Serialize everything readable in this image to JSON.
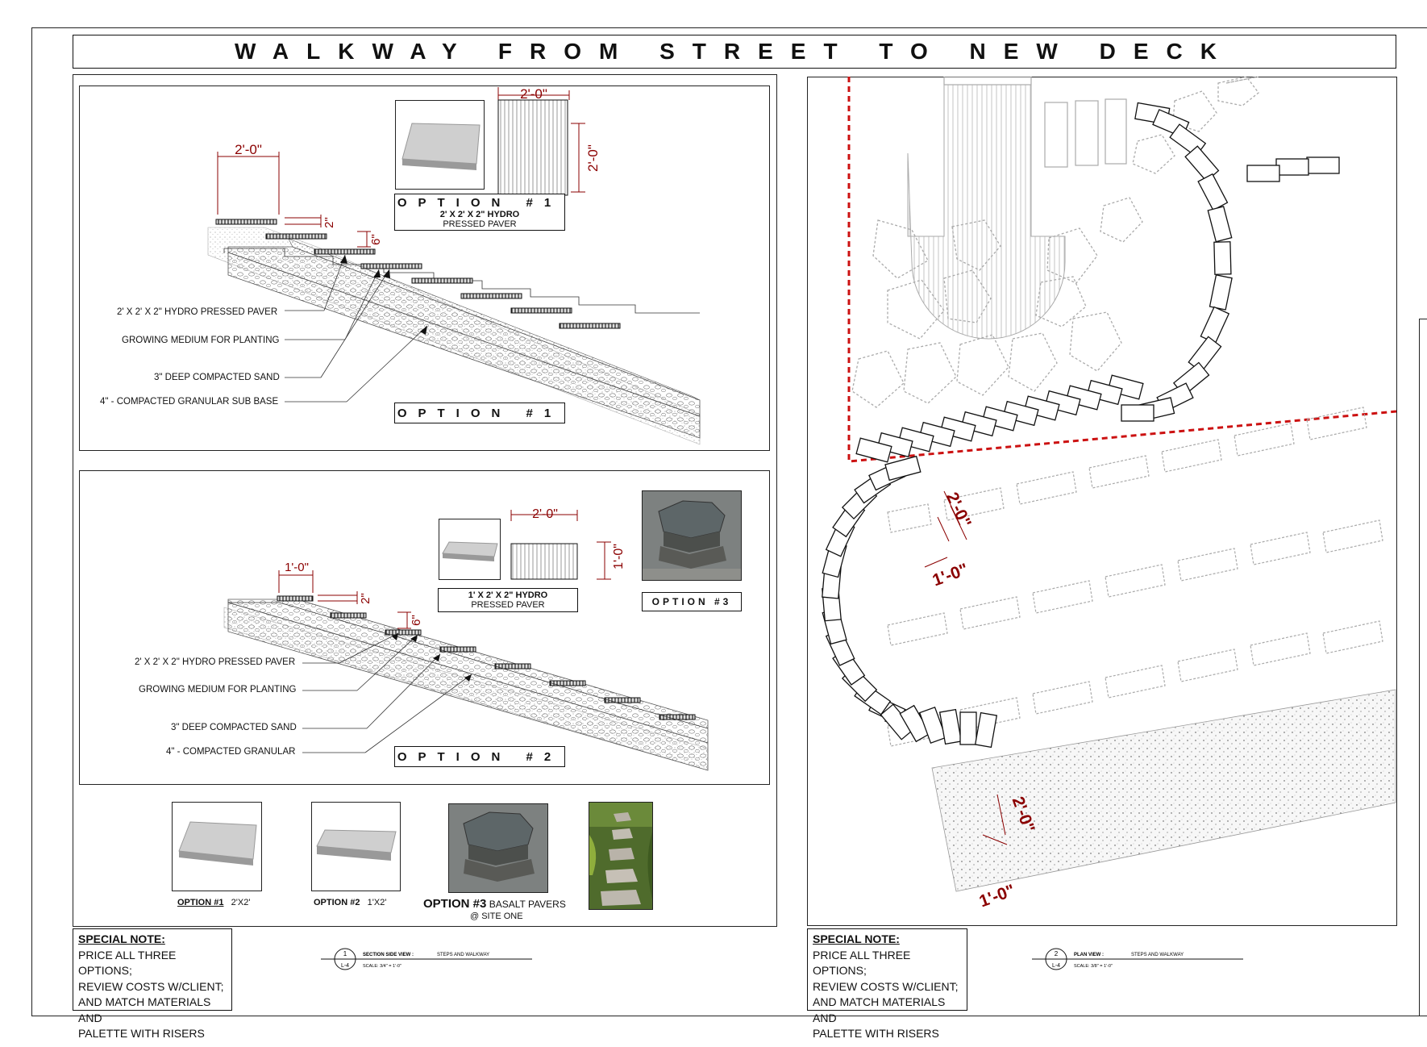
{
  "title": "WALKWAY FROM STREET TO NEW DECK",
  "section1": {
    "option_box_top": {
      "heading": "OPTION #1",
      "line1": "2' X 2' X 2\" HYDRO",
      "line2": "PRESSED PAVER"
    },
    "dim_width": "2'-0\"",
    "dim_height": "2'-0\"",
    "dim_step_width": "2'-0\"",
    "dim_thick": "2\"",
    "dim_rise": "6\"",
    "labels": [
      "2' X 2' X 2\" HYDRO PRESSED PAVER",
      "GROWING MEDIUM FOR PLANTING",
      "3\" DEEP COMPACTED SAND",
      "4\" - COMPACTED GRANULAR SUB BASE"
    ],
    "option_label": "OPTION #1"
  },
  "section2": {
    "option_box_top": {
      "line1": "1' X 2' X 2\" HYDRO",
      "line2": "PRESSED PAVER"
    },
    "option3_label": "OPTION #3",
    "dim_width": "2'-0\"",
    "dim_height": "1'-0\"",
    "dim_step_width": "1'-0\"",
    "dim_thick": "2\"",
    "dim_rise": "6\"",
    "labels": [
      "2' X 2' X 2\" HYDRO PRESSED PAVER",
      "GROWING MEDIUM FOR PLANTING",
      "3\" DEEP COMPACTED SAND",
      "4\" - COMPACTED GRANULAR"
    ],
    "option_label": "OPTION #2"
  },
  "swatches": [
    {
      "label_bold": "OPTION #1",
      "label": "2'X2'"
    },
    {
      "label_bold": "OPTION #2",
      "label": "1'X2'"
    },
    {
      "label_bold": "OPTION #3",
      "label": "BASALT PAVERS",
      "line2": "@  SITE ONE"
    }
  ],
  "plan": {
    "dim_top_w": "2'-0\"",
    "dim_top_h": "1'-0\"",
    "dim_bot_w": "2'-0\"",
    "dim_bot_h": "1'-0\""
  },
  "notes": {
    "heading": "SPECIAL NOTE:",
    "lines": [
      "PRICE ALL THREE OPTIONS;",
      "REVIEW COSTS W/CLIENT;",
      "AND MATCH MATERIALS AND",
      "PALETTE WITH RISERS"
    ]
  },
  "scale_left": {
    "num": "1",
    "sheet": "L-4",
    "title": "SECTION SIDE VIEW :",
    "subject": "STEPS AND WALKWAY",
    "scale": "SCALE: 3/4\" = 1'-0\""
  },
  "scale_right": {
    "num": "2",
    "sheet": "L-4",
    "title": "PLAN VIEW :",
    "subject": "STEPS AND WALKWAY",
    "scale": "SCALE: 3/8\" = 1'-0\""
  },
  "colors": {
    "dim": "#8b0000",
    "boundary": "#cc1111",
    "ghost": "#aaaaaa"
  }
}
